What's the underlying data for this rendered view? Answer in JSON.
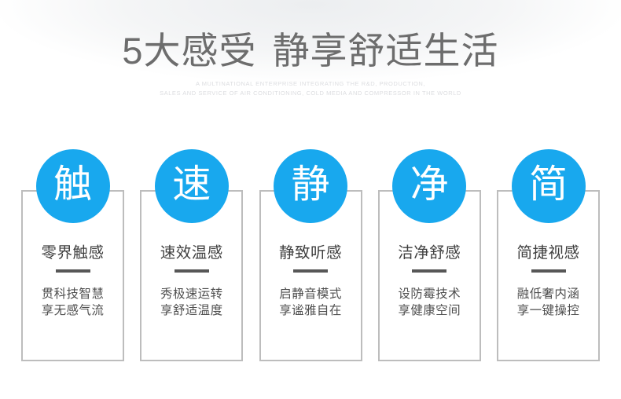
{
  "header": {
    "headline_part1": "5大感受",
    "headline_part2": "静享舒适生活",
    "subline_line1": "A MULTINATIONAL ENTERPRISE INTEGRATING THE R&D, PRODUCTION,",
    "subline_line2": "SALES AND SERVICE OF AIR CONDITIONING, COLD MEDIA AND COMPRESSOR IN THE WORLD"
  },
  "colors": {
    "circle_blue": "#18a8ee",
    "card_border": "#bdbdbd",
    "divider": "#575757",
    "title_text": "#3f3f3f",
    "desc_text": "#4f4f4f",
    "headline_text": "#6d6d6d",
    "subline_text": "#dcdde0"
  },
  "cards": [
    {
      "badge": "触",
      "title": "零界触感",
      "desc_line1": "贯科技智慧",
      "desc_line2": "享无感气流"
    },
    {
      "badge": "速",
      "title": "速效温感",
      "desc_line1": "秀极速运转",
      "desc_line2": "享舒适温度"
    },
    {
      "badge": "静",
      "title": "静致听感",
      "desc_line1": "启静音模式",
      "desc_line2": "享谧雅自在"
    },
    {
      "badge": "净",
      "title": "洁净舒感",
      "desc_line1": "设防霉技术",
      "desc_line2": "享健康空间"
    },
    {
      "badge": "简",
      "title": "简捷视感",
      "desc_line1": "融低奢内涵",
      "desc_line2": "享一键操控"
    }
  ]
}
